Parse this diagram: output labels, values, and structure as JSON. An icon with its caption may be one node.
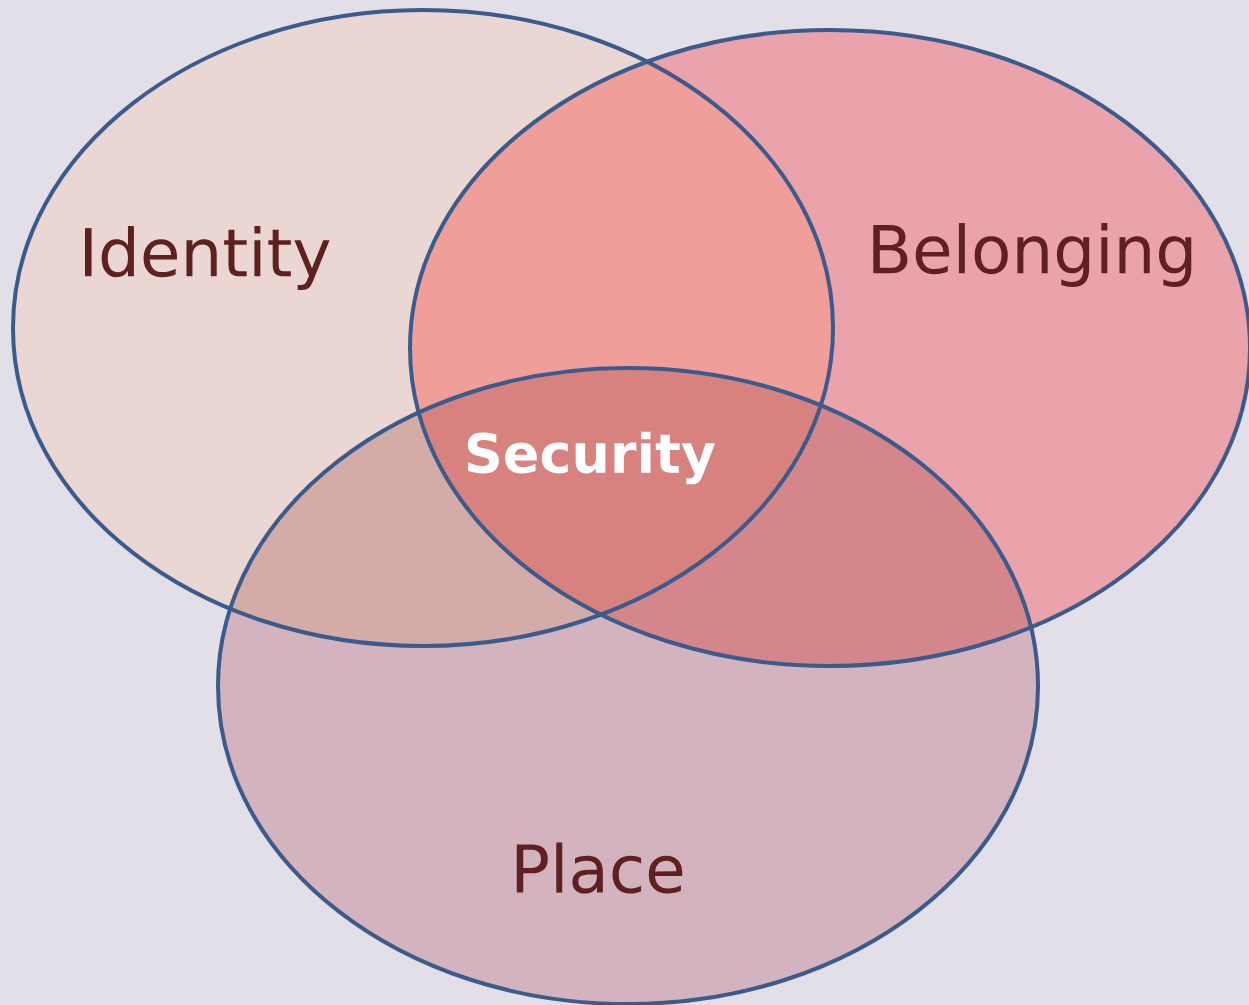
{
  "diagram": {
    "nodes": [
      {
        "text": [
          "Identity"
        ]
      },
      {
        "text": [
          "Belonging"
        ]
      },
      {
        "text": [
          "Place"
        ]
      }
    ],
    "labels": [
      "Security"
    ]
  }
}
